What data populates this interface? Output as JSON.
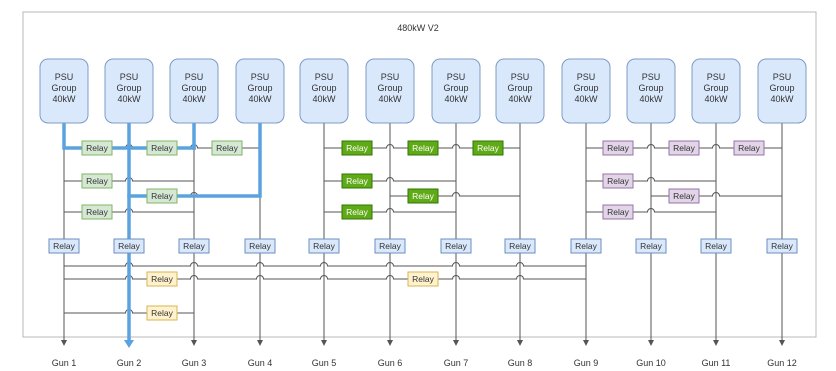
{
  "title": "480kW V2",
  "colors": {
    "frame_border": "#b8b8b8",
    "frame_fill": "#ffffff",
    "wire": "#555555",
    "highlight_wire": "#5ba3e0",
    "psu_fill": "#dae8fc",
    "psu_border": "#7c9bc6",
    "gun_relay_fill": "#dae8fc",
    "gun_relay_border": "#6c8ebf",
    "light_green_fill": "#d5e8d4",
    "light_green_border": "#82b366",
    "dark_green_fill": "#60a917",
    "dark_green_border": "#2d7600",
    "purple_fill": "#e1d5e7",
    "purple_border": "#9673a6",
    "yellow_fill": "#fff2cc",
    "yellow_border": "#d6b656"
  },
  "psu_groups": [
    {
      "line1": "PSU",
      "line2": "Group",
      "line3": "40kW"
    },
    {
      "line1": "PSU",
      "line2": "Group",
      "line3": "40kW"
    },
    {
      "line1": "PSU",
      "line2": "Group",
      "line3": "40kW"
    },
    {
      "line1": "PSU",
      "line2": "Group",
      "line3": "40kW"
    },
    {
      "line1": "PSU",
      "line2": "Group",
      "line3": "40kW"
    },
    {
      "line1": "PSU",
      "line2": "Group",
      "line3": "40kW"
    },
    {
      "line1": "PSU",
      "line2": "Group",
      "line3": "40kW"
    },
    {
      "line1": "PSU",
      "line2": "Group",
      "line3": "40kW"
    },
    {
      "line1": "PSU",
      "line2": "Group",
      "line3": "40kW"
    },
    {
      "line1": "PSU",
      "line2": "Group",
      "line3": "40kW"
    },
    {
      "line1": "PSU",
      "line2": "Group",
      "line3": "40kW"
    },
    {
      "line1": "PSU",
      "line2": "Group",
      "line3": "40kW"
    }
  ],
  "guns": [
    "Gun 1",
    "Gun 2",
    "Gun 3",
    "Gun 4",
    "Gun 5",
    "Gun 6",
    "Gun 7",
    "Gun 8",
    "Gun 9",
    "Gun 10",
    "Gun 11",
    "Gun 12"
  ],
  "relay_label": "Relay"
}
